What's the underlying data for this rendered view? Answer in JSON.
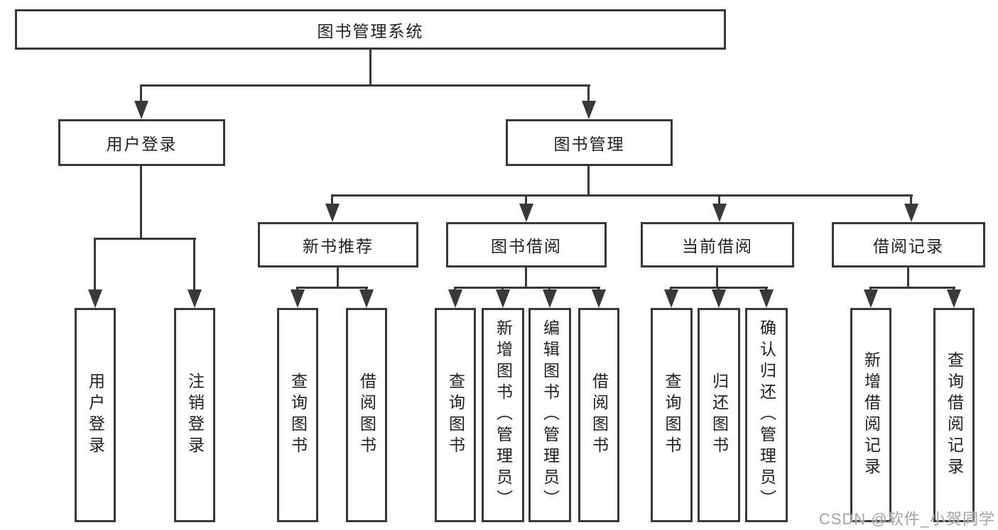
{
  "root": {
    "label": "图书管理系统"
  },
  "tree": {
    "user_login": {
      "label": "用户登录",
      "leaves": [
        {
          "label": "用户登录"
        },
        {
          "label": "注销登录"
        }
      ]
    },
    "book_management": {
      "label": "图书管理",
      "groups": [
        {
          "label": "新书推荐",
          "leaves": [
            {
              "label": "查询图书"
            },
            {
              "label": "借阅图书"
            }
          ]
        },
        {
          "label": "图书借阅",
          "leaves": [
            {
              "label": "查询图书"
            },
            {
              "label": "新增图书（管理员）"
            },
            {
              "label": "编辑图书（管理员）"
            },
            {
              "label": "借阅图书"
            }
          ]
        },
        {
          "label": "当前借阅",
          "leaves": [
            {
              "label": "查询图书"
            },
            {
              "label": "归还图书"
            },
            {
              "label": "确认归还（管理员）"
            }
          ]
        },
        {
          "label": "借阅记录",
          "leaves": [
            {
              "label": "新增借阅记录"
            },
            {
              "label": "查询借阅记录"
            }
          ]
        }
      ]
    }
  },
  "watermark": {
    "text": "CSDN @软件_小贺同学"
  },
  "colors": {
    "line": "#383838",
    "box_border": "#383838",
    "text": "#1f1f1f",
    "watermark": "#a3a3a3",
    "background": "#ffffff"
  }
}
